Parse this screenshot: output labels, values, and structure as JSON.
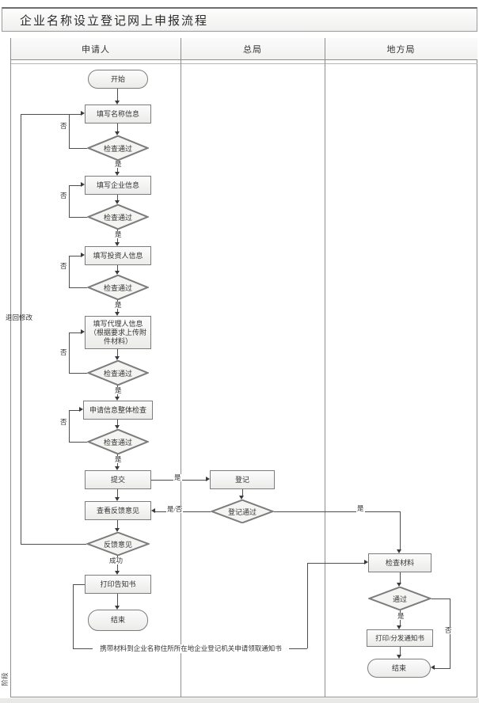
{
  "title": "企业名称设立登记网上申报流程",
  "phase_label": "阶段",
  "lanes": {
    "applicant": "申请人",
    "central": "总局",
    "local": "地方局"
  },
  "labels": {
    "yes": "是",
    "no": "否",
    "yes_no": "是/否",
    "success": "成功",
    "return_modify": "退回修改",
    "carry_note": "携带材料到企业名称住所所在地企业登记机关申请领取通知书"
  },
  "nodes": {
    "start": "开始",
    "fill_name": "填写名称信息",
    "check_pass": "检查通过",
    "fill_company": "填写企业信息",
    "fill_investor": "填写投资人信息",
    "fill_agent": "填写代理人信息\n（根据要求上传附\n件材料）",
    "overall_check": "申请信息整体检查",
    "submit": "提交",
    "register": "登记",
    "view_feedback": "查看反馈意见",
    "register_pass": "登记通过",
    "feedback": "反馈意见",
    "print_notice": "打印告知书",
    "end": "结束",
    "check_material": "检查材料",
    "pass": "通过",
    "print_distribute": "打印/分发通知书"
  }
}
